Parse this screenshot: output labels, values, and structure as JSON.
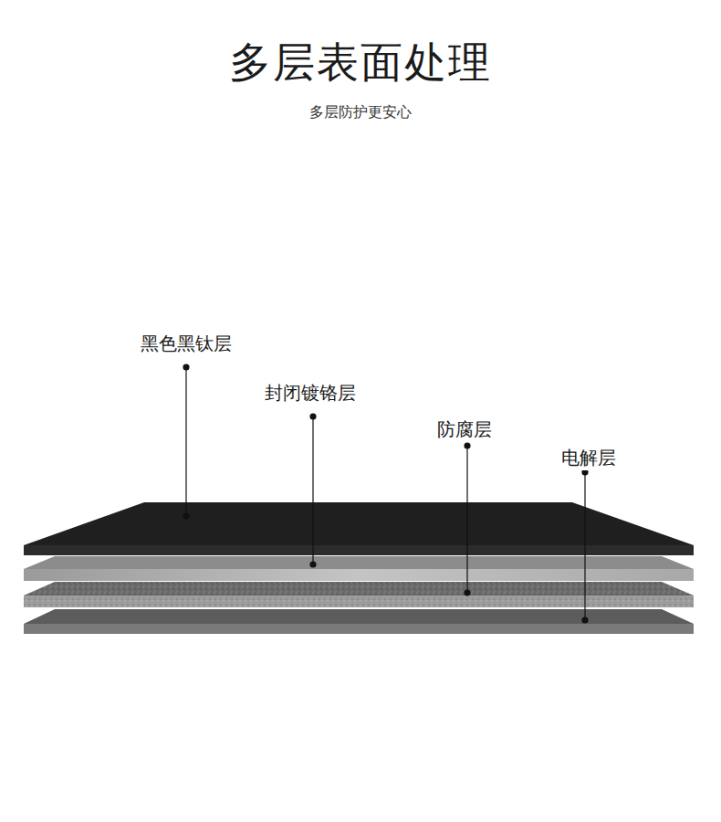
{
  "diagram": {
    "title": "多层表面处理",
    "caption": "多层防护更安心",
    "labels": [
      "黑色黑钛层",
      "封闭镀铬层",
      "防腐层",
      "电解层"
    ]
  }
}
